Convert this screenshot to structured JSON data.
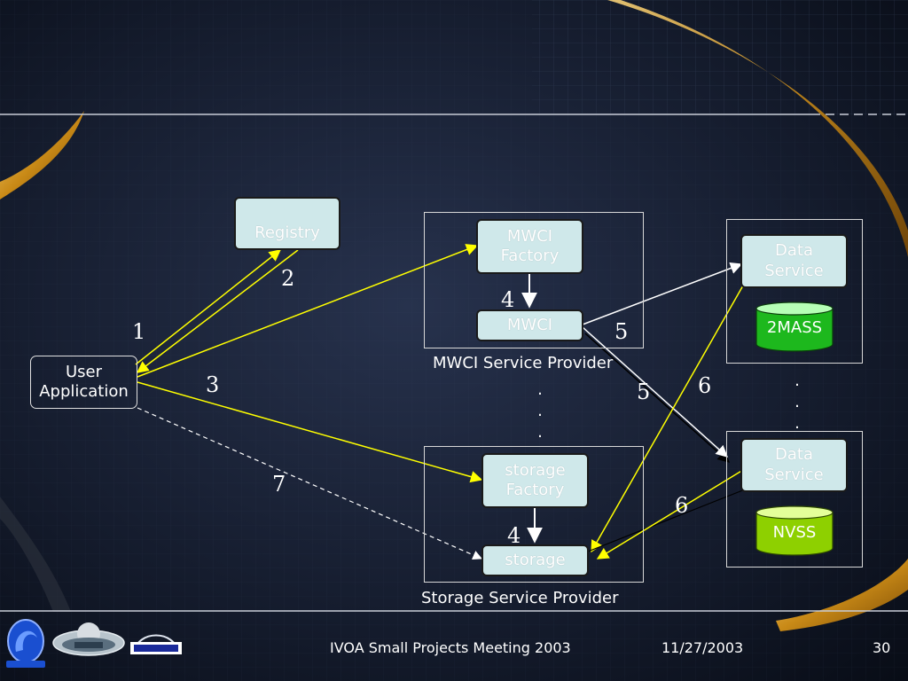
{
  "diagram": {
    "nodes": {
      "registry": "Registry",
      "user_app": "User\nApplication",
      "mwci_factory": "MWCI\nFactory",
      "mwci": "MWCI",
      "storage_factory": "storage\nFactory",
      "storage": "storage",
      "data_service_1": "Data\nService",
      "data_service_2": "Data\nService",
      "db_1": "2MASS",
      "db_2": "NVSS"
    },
    "groups": {
      "mwci_provider": "MWCI Service Provider",
      "storage_provider": "Storage Service Provider"
    },
    "step_labels": {
      "s1": "1",
      "s2": "2",
      "s3": "3",
      "s4a": "4",
      "s4b": "4",
      "s5a": "5",
      "s5b": "5",
      "s6a": "6",
      "s6b": "6",
      "s7": "7"
    },
    "ellipsis": ".\n.\n."
  },
  "footer": {
    "meeting": "IVOA Small Projects Meeting 2003",
    "date": "11/27/2003",
    "page": "30"
  },
  "colors": {
    "request_arrow": "#ffff00",
    "service_arrow": "#ffffff",
    "storage_box": "#cfe8ea",
    "db_2mass": "#1db81d",
    "db_nvss": "#8ed000"
  }
}
